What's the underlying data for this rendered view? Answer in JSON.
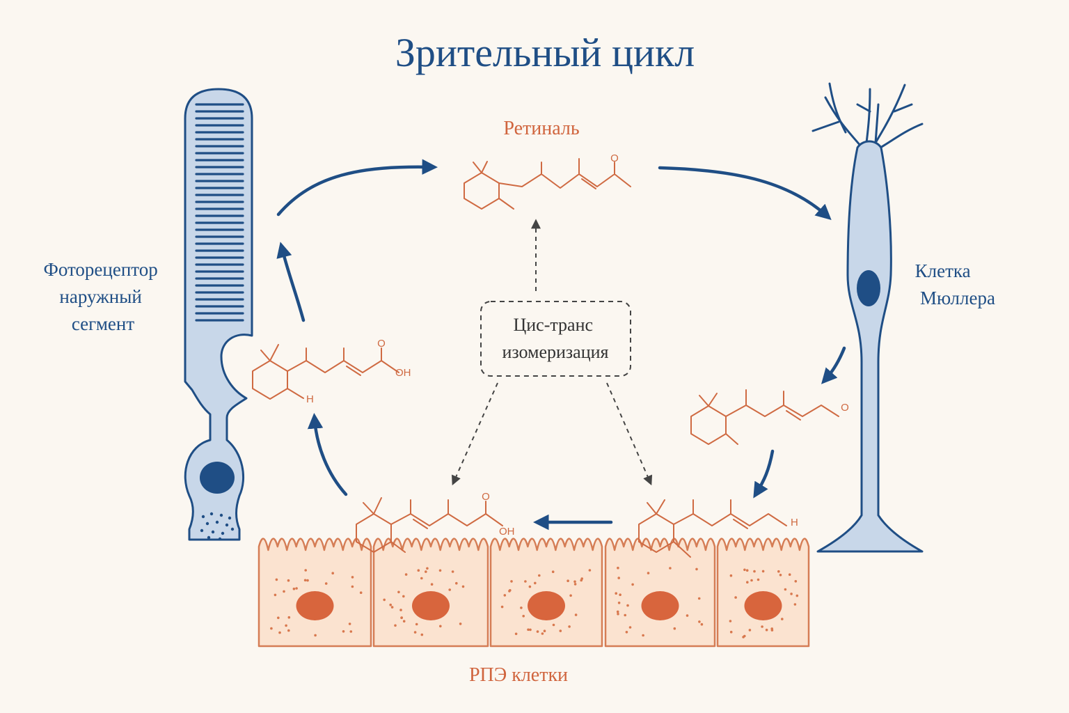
{
  "title": "Зрительный цикл",
  "labels": {
    "photoreceptor": [
      "Фоторецептор",
      "наружный",
      "сегмент"
    ],
    "muller": [
      "Клетка",
      "Мюллера"
    ],
    "retinal": "Ретиналь",
    "isomerization": [
      "Цис-транс",
      "изомеризация"
    ],
    "rpe": "РПЭ клетки"
  },
  "atoms": {
    "retinal_top": "O",
    "acid_left_top": "O",
    "acid_left_oh": "OH",
    "acid_left_h": "H",
    "aldehyde_right": "O",
    "acid_bottom_top": "O",
    "acid_bottom_oh": "OH",
    "chain_bottom_h": "H"
  },
  "colors": {
    "blue": "#1f4e85",
    "light_blue": "#c8d7e9",
    "orange": "#cf6a42",
    "rpe_fill": "#fbe3d0",
    "nucleus_orange": "#d8653d",
    "background": "#fbf7f1"
  },
  "icons": {
    "photoreceptor": "rod-cell-icon",
    "muller": "muller-glia-icon",
    "rpe": "rpe-epithelium-icon",
    "molecule": "retinoid-structure-icon"
  }
}
